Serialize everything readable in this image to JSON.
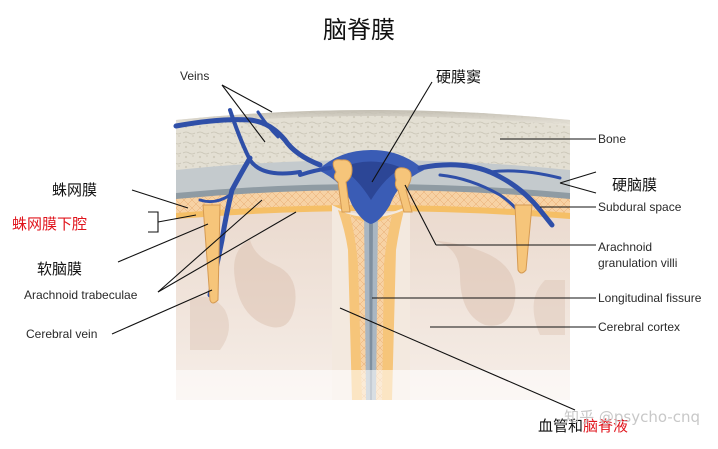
{
  "title": "脑脊膜",
  "labels": {
    "veins": "Veins",
    "dural_sinus": "硬膜窦",
    "bone": "Bone",
    "dura_mater": "硬脑膜",
    "subdural_space": "Subdural space",
    "arachnoid_mater": "蛛网膜",
    "subarachnoid_space": "蛛网膜下腔",
    "pia_mater": "软脑膜",
    "arachnoid_granulation_villi_1": "Arachnoid",
    "arachnoid_granulation_villi_2": "granulation villi",
    "arachnoid_trabeculae": "Arachnoid trabeculae",
    "longitudinal_fissure": "Longitudinal fissure",
    "cerebral_cortex": "Cerebral cortex",
    "cerebral_vein": "Cerebral vein",
    "vessels_and_csf_black": "血管和",
    "vessels_and_csf_red": "脑脊液"
  },
  "watermark": "知乎 @psycho-cnq",
  "colors": {
    "bone": "#dcd8cb",
    "dura": "#b9c0c4",
    "arachnoid": "#f2b37a",
    "pia": "#f7c97c",
    "vein": "#2f4fa8",
    "cortex": "#e6d7cc",
    "fissure": "#a9b6c2",
    "highlight_red": "#e0141c"
  }
}
